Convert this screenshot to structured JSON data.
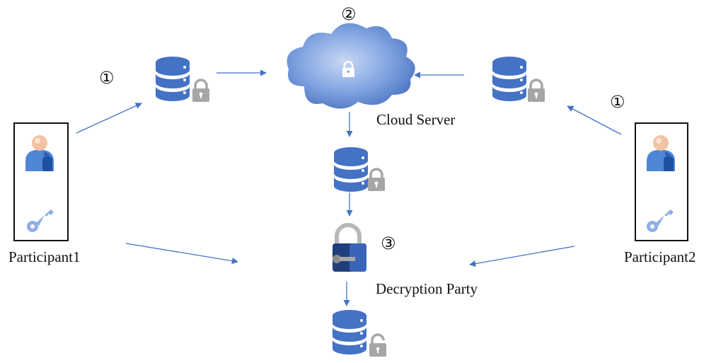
{
  "labels": {
    "participant1": "Participant1",
    "participant2": "Participant2",
    "cloud_server": "Cloud Server",
    "decryption_party": "Decryption Party"
  },
  "steps": {
    "step1_left": "①",
    "step1_right": "①",
    "step2": "②",
    "step3": "③"
  },
  "colors": {
    "database_blue": "#4472C4",
    "arrow_blue": "#4472C4",
    "lock_gray": "#A6A6A6",
    "cloud_blue": "#7FA3E0"
  },
  "icons": {
    "participant_person": "person-icon",
    "participant_key": "key-icon",
    "database": "database-icon",
    "locked": "lock-icon",
    "unlocked": "unlock-icon",
    "cloud": "cloud-icon",
    "decryption_padlock": "padlock-key-icon"
  }
}
